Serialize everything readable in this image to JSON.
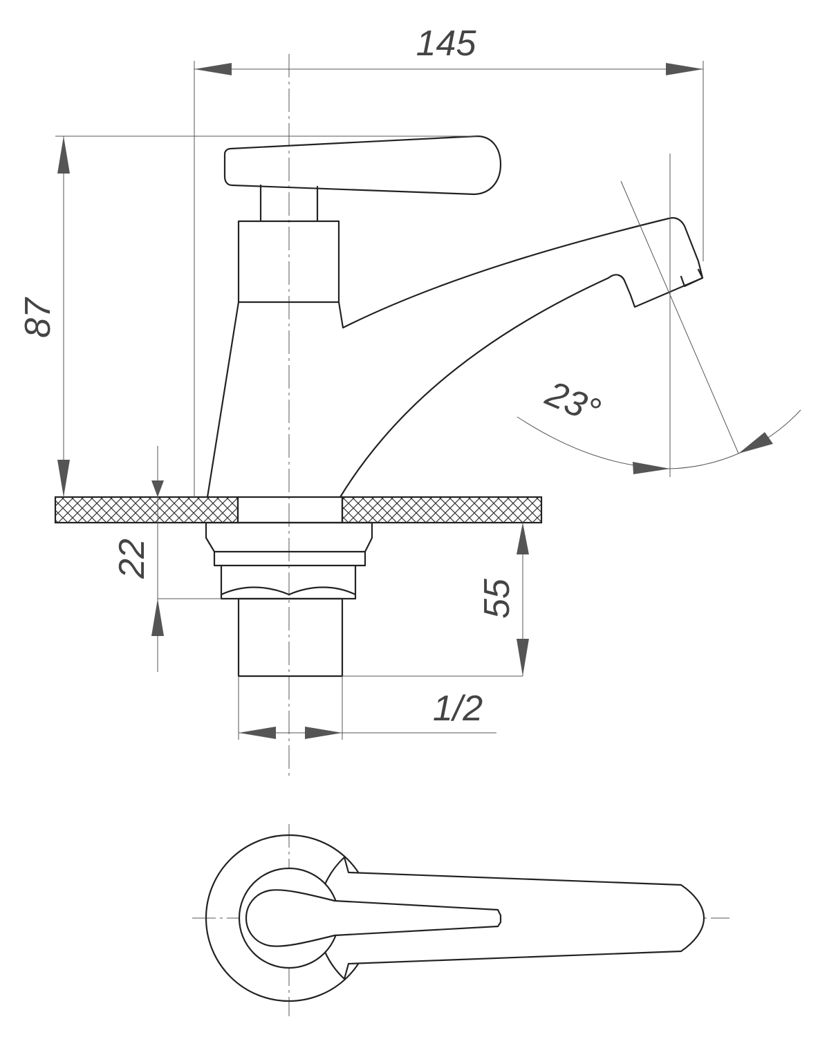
{
  "drawing": {
    "dimensions": {
      "overall_width": "145",
      "overall_height": "87",
      "spout_angle": "23°",
      "nut_height": "22",
      "shank_length": "55",
      "thread_size": "1/2"
    },
    "line_color": "#222222",
    "dimension_line_color": "#555555",
    "background_color": "#ffffff"
  }
}
